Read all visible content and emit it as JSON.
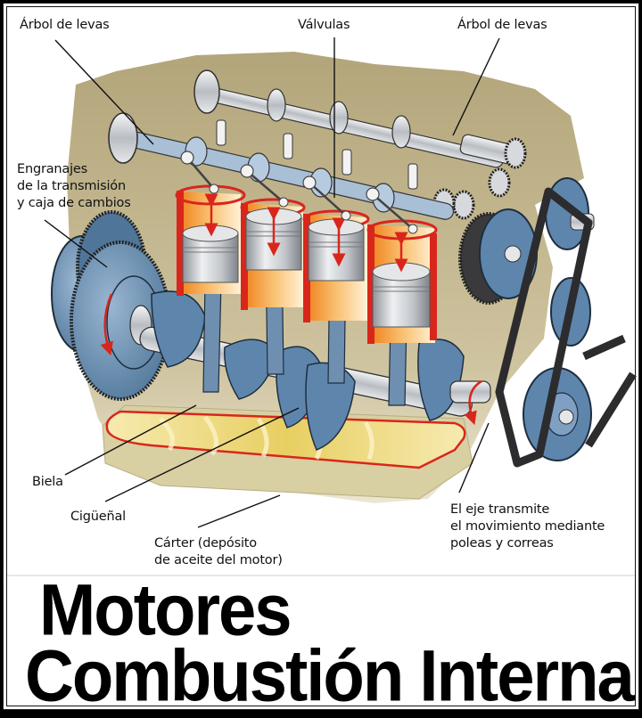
{
  "diagram": {
    "subject": "Four-cylinder internal combustion engine cutaway",
    "labels": {
      "camshaft_left": "Árbol de levas",
      "valves": "Válvulas",
      "camshaft_right": "Árbol de levas",
      "gears_line1": "Engranajes",
      "gears_line2": "de la transmisión",
      "gears_line3": "y caja de cambios",
      "connecting_rod": "Biela",
      "crankshaft": "Cigüeñal",
      "oil_pan_line1": "Cárter (depósito",
      "oil_pan_line2": "de aceite del motor)",
      "shaft_line1": "El eje transmite",
      "shaft_line2": "el movimiento mediante",
      "shaft_line3": "poleas y correas"
    },
    "cylinders": 4,
    "colors": {
      "block": "#bcae84",
      "metal": "#c9ccd0",
      "steel_blue": "#5e86ad",
      "cylinder_wall": "#d9261c",
      "cylinder_inner": "#f39a2a",
      "oil": "#eedd8c",
      "belt": "#2c2c2e",
      "arrow": "#d9261c"
    }
  },
  "title": {
    "line1": "Motores",
    "line2": "Combustión Interna"
  }
}
